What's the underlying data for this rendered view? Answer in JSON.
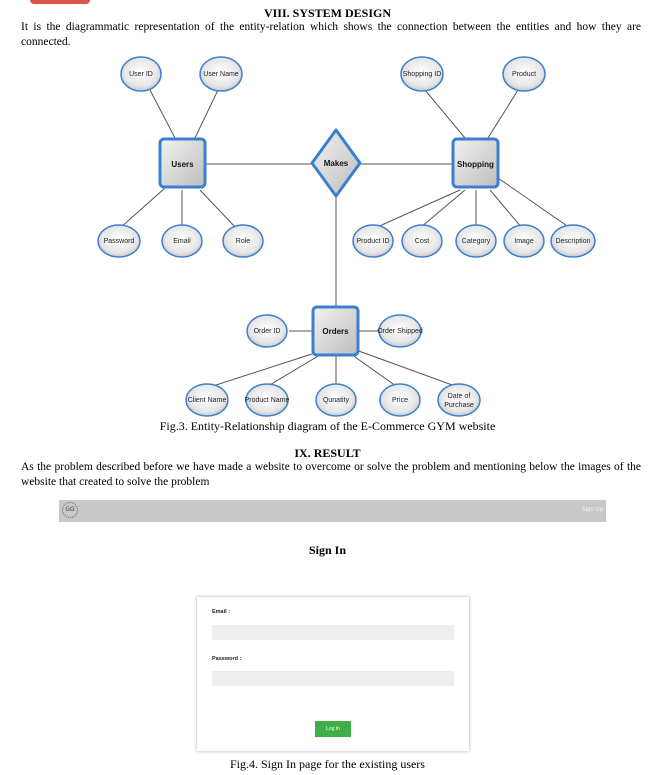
{
  "section8": {
    "heading": "VIII.      SYSTEM DESIGN",
    "paragraph": "It is the diagrammatic representation of the entity-relation which shows the connection between the entities and how they are connected."
  },
  "er_diagram": {
    "entities": {
      "users": "Users",
      "shopping": "Shopping",
      "orders": "Orders"
    },
    "relationship": "Makes",
    "attributes": {
      "user_id": "User ID",
      "user_name": "User Name",
      "password": "Password",
      "email": "Email",
      "role": "Role",
      "shopping_id": "Shopping ID",
      "product": "Product",
      "product_id": "Product ID",
      "cost": "Cost",
      "category": "Category",
      "image": "Image",
      "description": "Description",
      "order_id": "Order ID",
      "order_shipped": "Order Shipped",
      "client_name": "Client Name",
      "product_name": "Product Name",
      "qunatity": "Qunatity",
      "price": "Price",
      "date_line1": "Date of",
      "date_line2": "Purchase"
    },
    "caption": "Fig.3. Entity-Relationship diagram of the E-Commerce GYM website"
  },
  "section9": {
    "heading": "IX.      RESULT",
    "paragraph": "As the problem described before we have made a website to overcome or solve the problem and mentioning below the images of the website that created to solve the problem"
  },
  "screenshot": {
    "logo_text": "GG",
    "signup_link": "Sign Up",
    "title": "Sign In",
    "email_label": "Email :",
    "password_label": "Password :",
    "login_button": "Log In",
    "caption": "Fig.4. Sign In page for the existing users"
  }
}
